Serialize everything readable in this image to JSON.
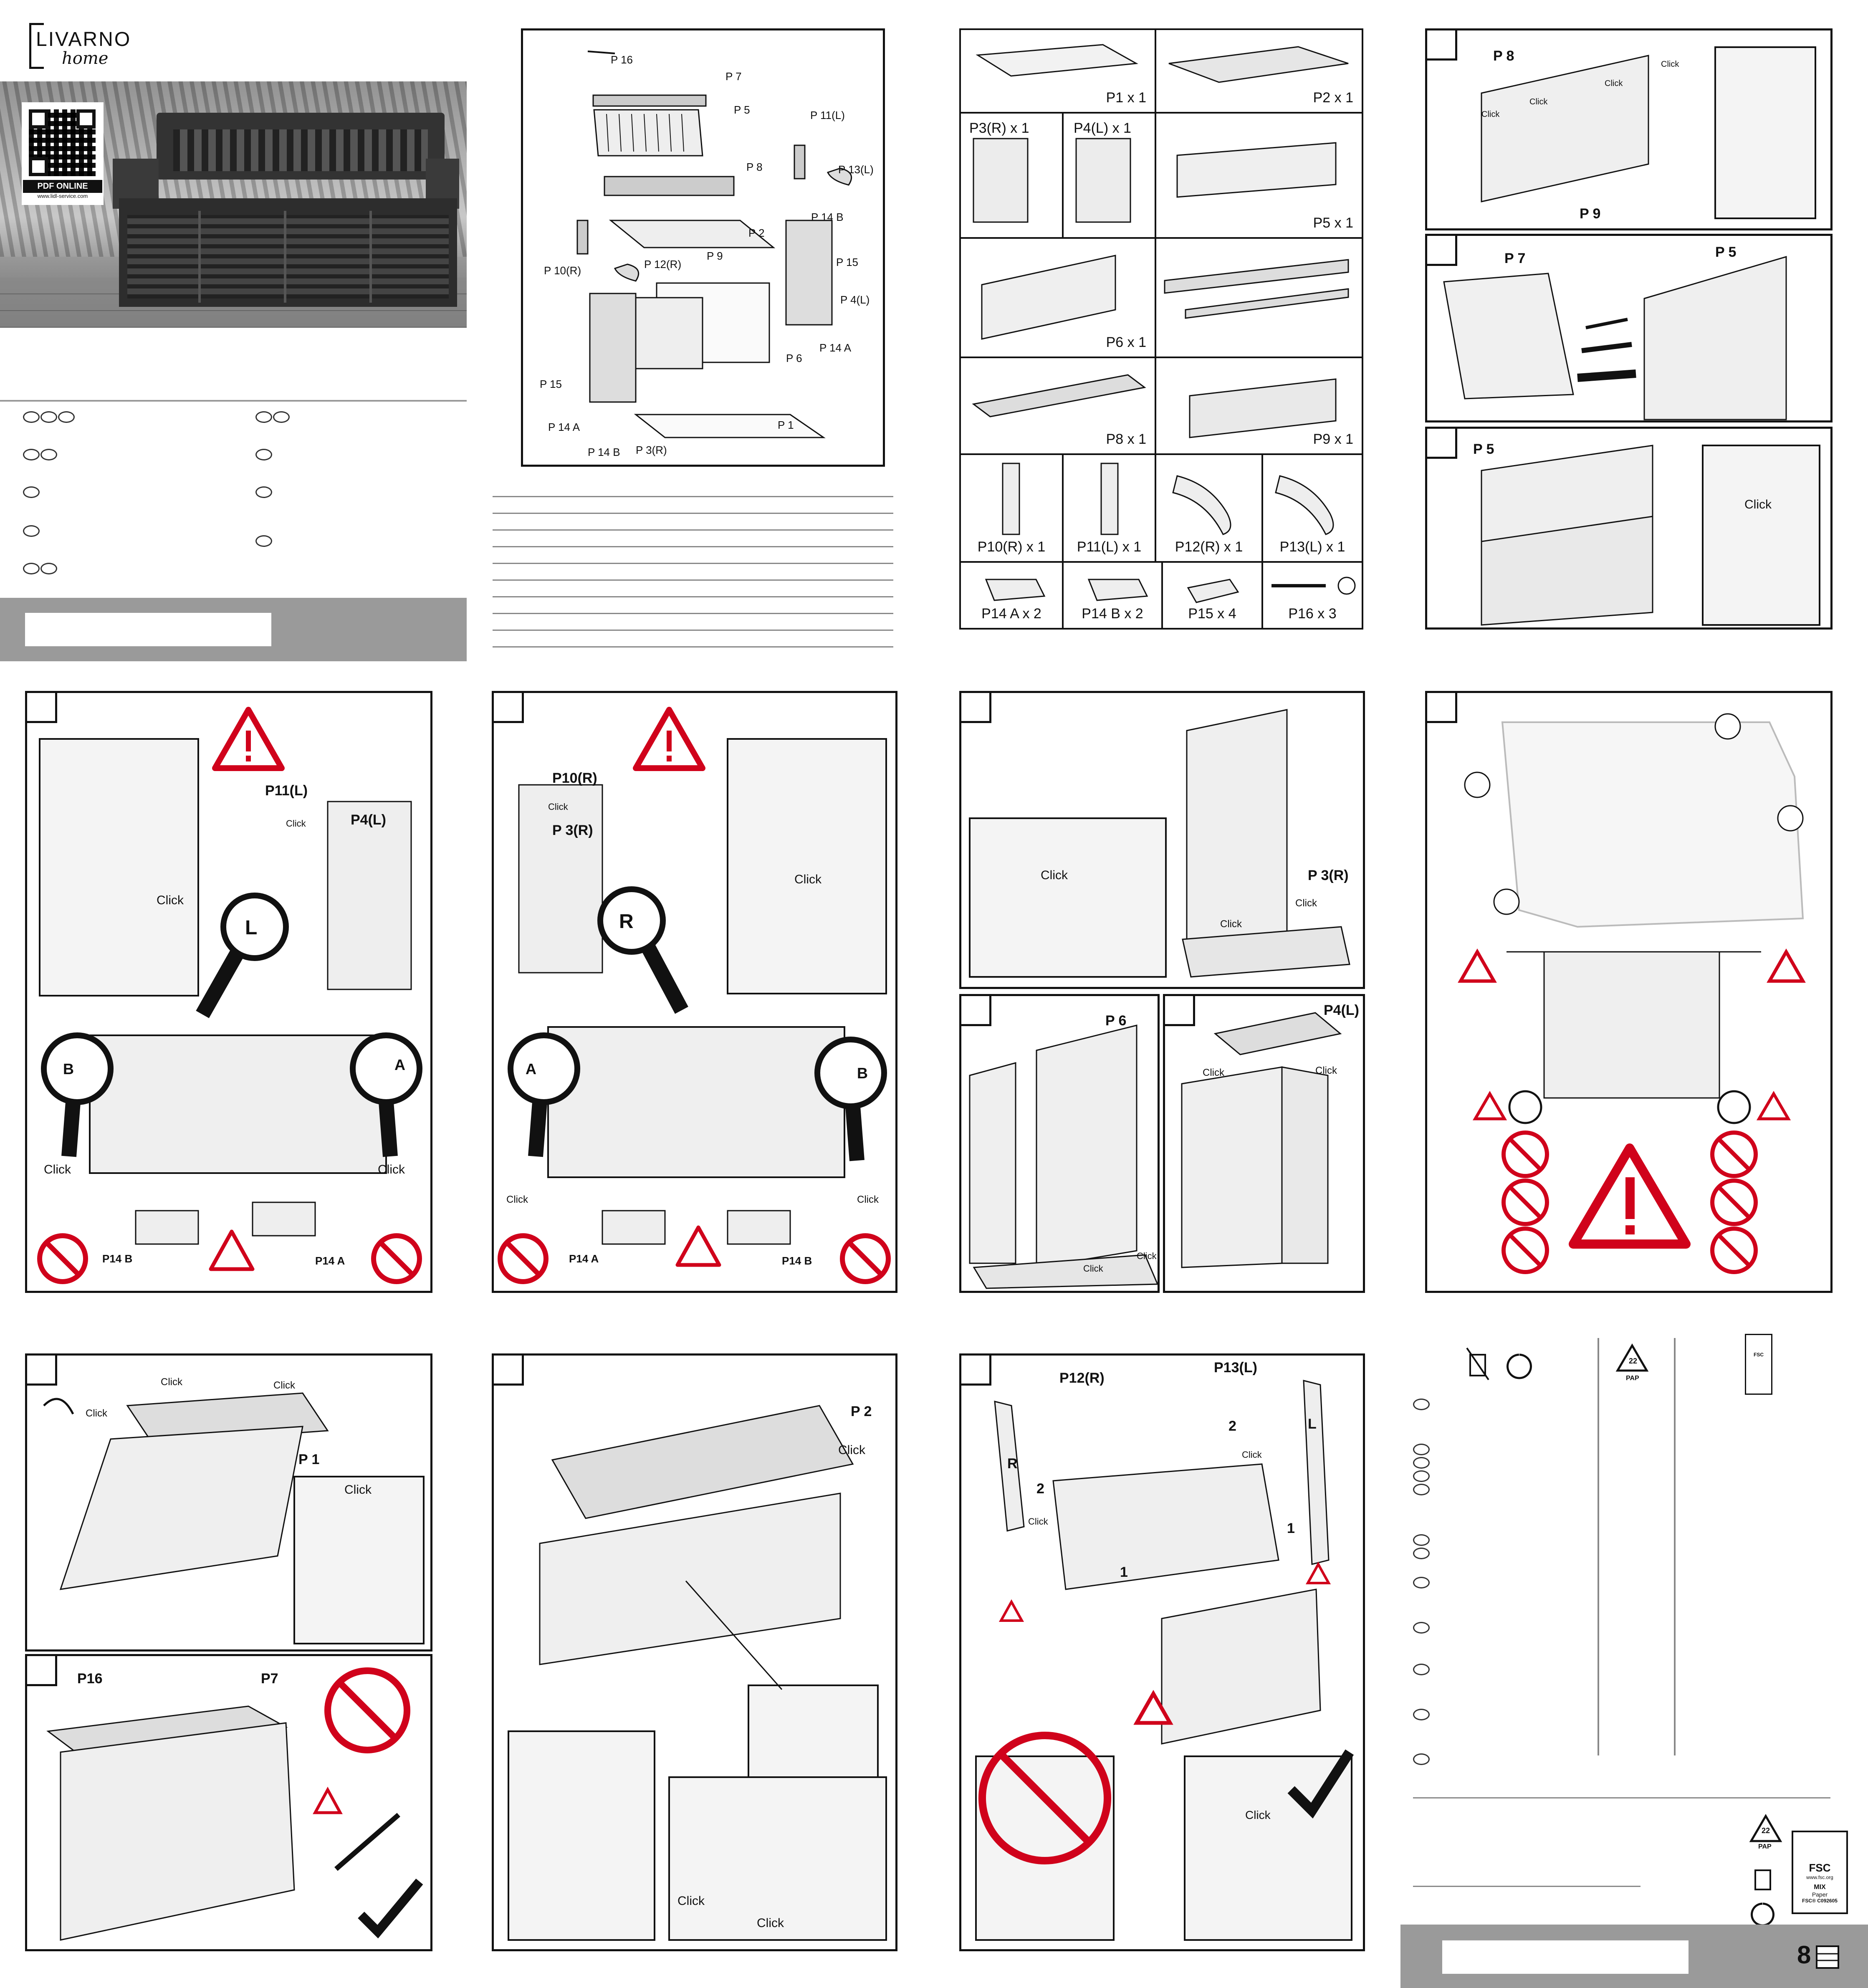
{
  "brand": {
    "name": "LIVARNO",
    "sub": "home"
  },
  "qr": {
    "label": "PDF ONLINE",
    "url_text": "www.lidl-service.com"
  },
  "parts": [
    {
      "id": "p1",
      "label": "P1 x 1"
    },
    {
      "id": "p2",
      "label": "P2 x 1"
    },
    {
      "id": "p3",
      "label": "P3(R) x 1"
    },
    {
      "id": "p4",
      "label": "P4(L) x 1"
    },
    {
      "id": "p5",
      "label": "P5 x 1"
    },
    {
      "id": "p6",
      "label": "P6 x 1"
    },
    {
      "id": "p8",
      "label": "P8 x 1"
    },
    {
      "id": "p9",
      "label": "P9 x 1"
    },
    {
      "id": "p10",
      "label": "P10(R) x 1"
    },
    {
      "id": "p11",
      "label": "P11(L) x 1"
    },
    {
      "id": "p12",
      "label": "P12(R) x 1"
    },
    {
      "id": "p13",
      "label": "P13(L) x 1"
    },
    {
      "id": "p14a",
      "label": "P14 A x 2"
    },
    {
      "id": "p14b",
      "label": "P14 B  x 2"
    },
    {
      "id": "p15",
      "label": "P15 x 4"
    },
    {
      "id": "p16",
      "label": "P16 x 3"
    }
  ],
  "exploded": {
    "labels": [
      "P 16",
      "P 7",
      "P 5",
      "P 11(L)",
      "P 8",
      "P 13(L)",
      "P 2",
      "P 14 B",
      "P 15",
      "P 10(R)",
      "P 12(R)",
      "P 9",
      "P 4(L)",
      "P 14 A",
      "P 6",
      "P 15",
      "P 1",
      "P 14 A",
      "P 14 B",
      "P 3(R)"
    ]
  },
  "steps": {
    "click": "Click",
    "s1": {
      "top": "P 8",
      "bottom": "P 9"
    },
    "s2": {
      "left": "P 7",
      "right": "P 5"
    },
    "s3": {
      "label": "P 5"
    },
    "s4": {
      "p11": "P11(L)",
      "p4": "P4(L)",
      "l": "L",
      "a": "A",
      "b": "B",
      "p14b": "P14 B",
      "p14a": "P14 A"
    },
    "s5": {
      "p10": "P10(R)",
      "p3": "P 3(R)",
      "r": "R",
      "a": "A",
      "b": "B",
      "p14a": "P14 A",
      "p14b": "P14 B"
    },
    "s6": {
      "p3": "P 3(R)"
    },
    "s7": {
      "p6": "P 6"
    },
    "s8": {
      "p4": "P4(L)"
    },
    "s10": {
      "p1": "P 1"
    },
    "s11": {
      "p16": "P16",
      "p7": "P7"
    },
    "s12": {
      "p2": "P 2"
    },
    "s13": {
      "p12": "P12(R)",
      "p13": "P13(L)",
      "one": "1",
      "two": "2",
      "r": "R",
      "l": "L"
    }
  },
  "recycling": {
    "pap": "22",
    "pap_label": "PAP",
    "fsc": "FSC",
    "fsc_url": "www.fsc.org",
    "fsc_mix": "MIX",
    "fsc_paper": "Paper",
    "fsc_code": "FSC® C092605"
  },
  "page_number": "8"
}
